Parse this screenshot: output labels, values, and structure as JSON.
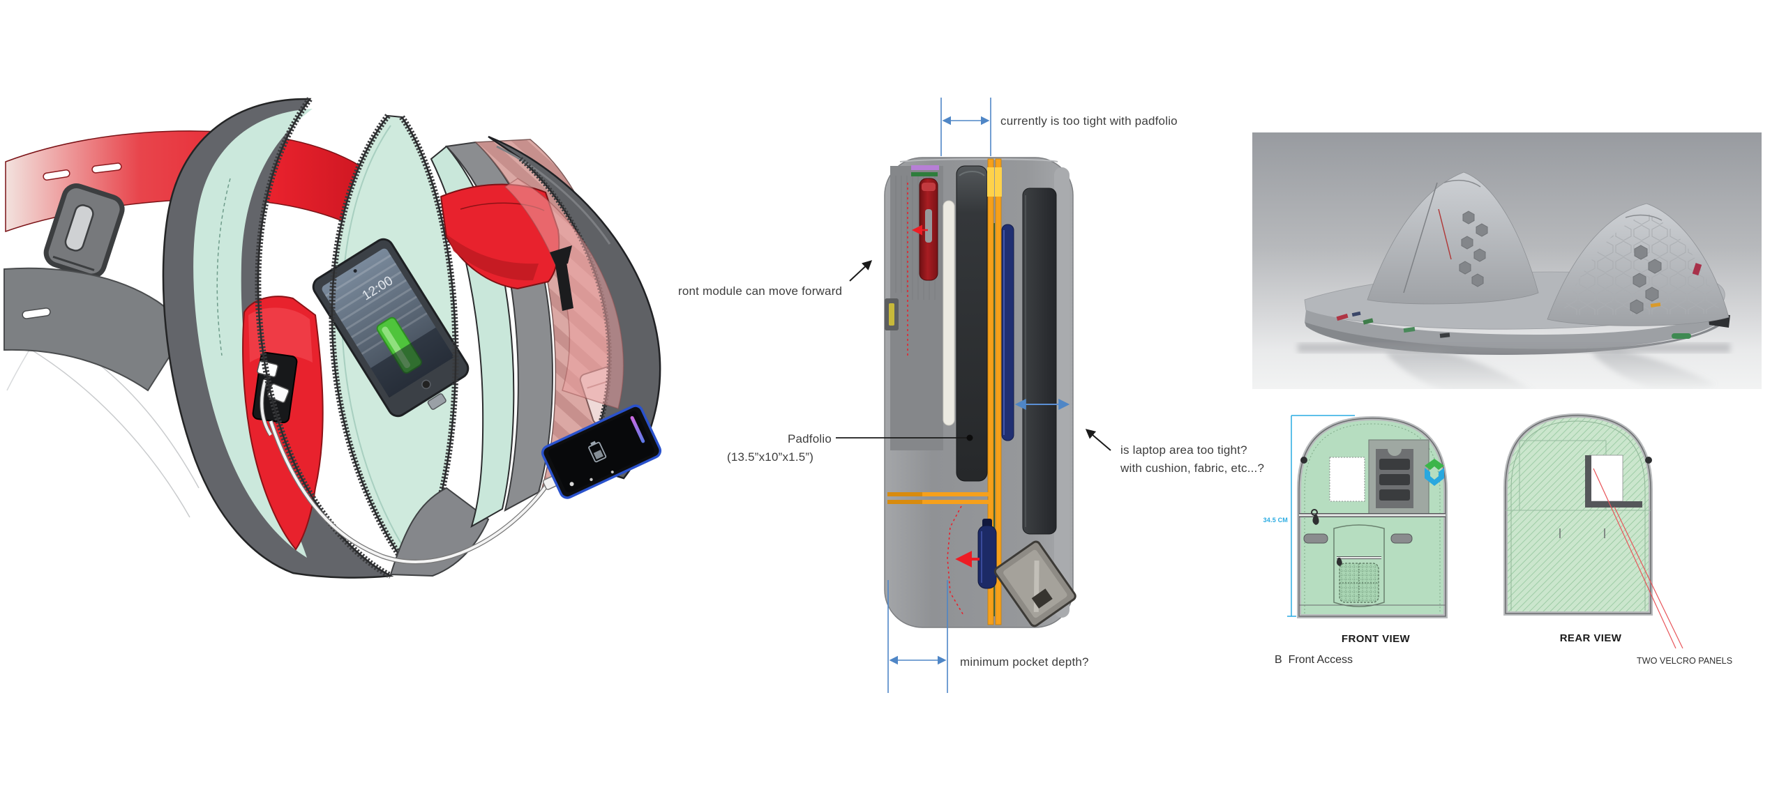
{
  "cross_section": {
    "annotations": {
      "tight_top": "currently is too tight with padfolio",
      "front_module": "ront module can move forward",
      "padfolio_name": "Padfolio",
      "padfolio_dims": "(13.5”x10”x1.5”)",
      "laptop_line1": "is laptop area too tight?",
      "laptop_line2": "with cushion, fabric, etc...?",
      "pocket_depth": "minimum pocket depth?"
    }
  },
  "panel_views": {
    "front_label": "FRONT VIEW",
    "rear_label": "REAR VIEW",
    "section_label": "B  Front Access",
    "velcro_label": "TWO VELCRO PANELS",
    "height_dim": "34.5 CM"
  },
  "illustration": {
    "tablet_time": "12:00"
  },
  "colors": {
    "annotation_text": "#3d3d3d",
    "dimension_blue": "#4f86c6",
    "dimension_cyan": "#29abe2",
    "arrow_red": "#ed1c24",
    "strap_orange": "#f6a01b",
    "interior_mint": "#cbe8dc",
    "panel_green": "#b6ddc0",
    "accent_red": "#e8222d",
    "logo_green": "#3cb54a",
    "logo_blue": "#29a8df"
  }
}
